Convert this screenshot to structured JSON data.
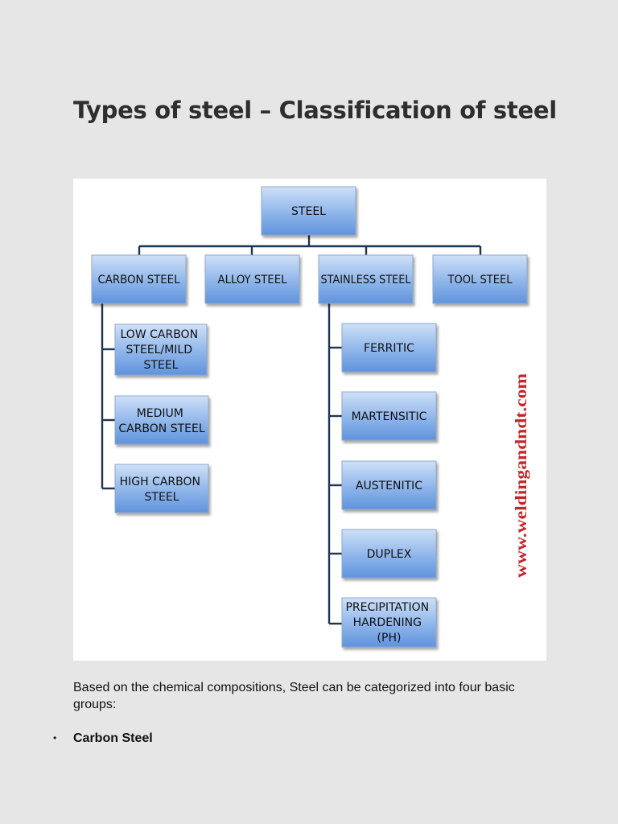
{
  "page": {
    "title": "Types of steel – Classification of steel"
  },
  "diagram": {
    "root": "STEEL",
    "categories": {
      "carbon": "CARBON STEEL",
      "alloy": "ALLOY STEEL",
      "stainless": "STAINLESS STEEL",
      "tool": "TOOL STEEL"
    },
    "carbon_types": [
      [
        "LOW CARBON",
        "STEEL/MILD",
        "STEEL"
      ],
      [
        "MEDIUM",
        "CARBON STEEL"
      ],
      [
        "HIGH CARBON",
        "STEEL"
      ]
    ],
    "stainless_types": [
      [
        "FERRITIC"
      ],
      [
        "MARTENSITIC"
      ],
      [
        "AUSTENITIC"
      ],
      [
        "DUPLEX"
      ],
      [
        "PRECIPITATION",
        "HARDENING",
        "(PH)"
      ]
    ],
    "watermark": "www.weldingandndt.com",
    "colors": {
      "box_top": "#cfe0f7",
      "box_bottom": "#5f93dc",
      "connector": "#1f3550",
      "watermark": "#c2262a"
    }
  },
  "body": {
    "intro": "Based on the chemical compositions, Steel can be categorized into four basic groups:",
    "bullets": [
      "Carbon Steel"
    ]
  }
}
